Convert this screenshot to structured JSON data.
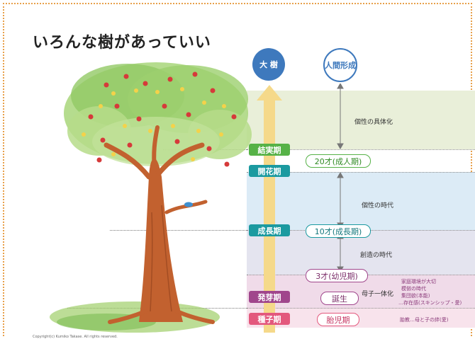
{
  "title": "いろんな樹があっていい",
  "header": {
    "tree_label": "大 樹",
    "human_label": "人間形成"
  },
  "stages": {
    "fruiting": "結実期",
    "flowering": "開花期",
    "growth": "成長期",
    "sprouting": "発芽期",
    "seed": "種子期"
  },
  "ages": {
    "age20": "20才(成人期)",
    "age10": "10才(成長期)",
    "age3": "3才(幼児期)",
    "birth": "誕生",
    "fetal": "胎児期"
  },
  "periods": {
    "concrete": "個性の具体化",
    "individuality": "個性の時代",
    "creation": "創造の時代",
    "mother_child": "母子一体化"
  },
  "notes": {
    "line1": "家庭環境が大切",
    "line2": "模倣の時代",
    "line3": "集団欲(本能)",
    "line4": "…存在感(スキンシップ・愛)",
    "fetal_note": "胎教…母と子の絆(愛)"
  },
  "colors": {
    "fruiting_band": "#e9efd9",
    "flowering_band": "#dcebf6",
    "creation_band": "#e4e4ef",
    "mother_band": "#f0dbe9",
    "fetal_band": "#f8e3ec",
    "arrow": "#f5d98a",
    "trunk": "#c2612f",
    "foliage": "#8cc85c"
  },
  "copyright": "Copyright(c) Kumiko Takase. All rights reserved."
}
